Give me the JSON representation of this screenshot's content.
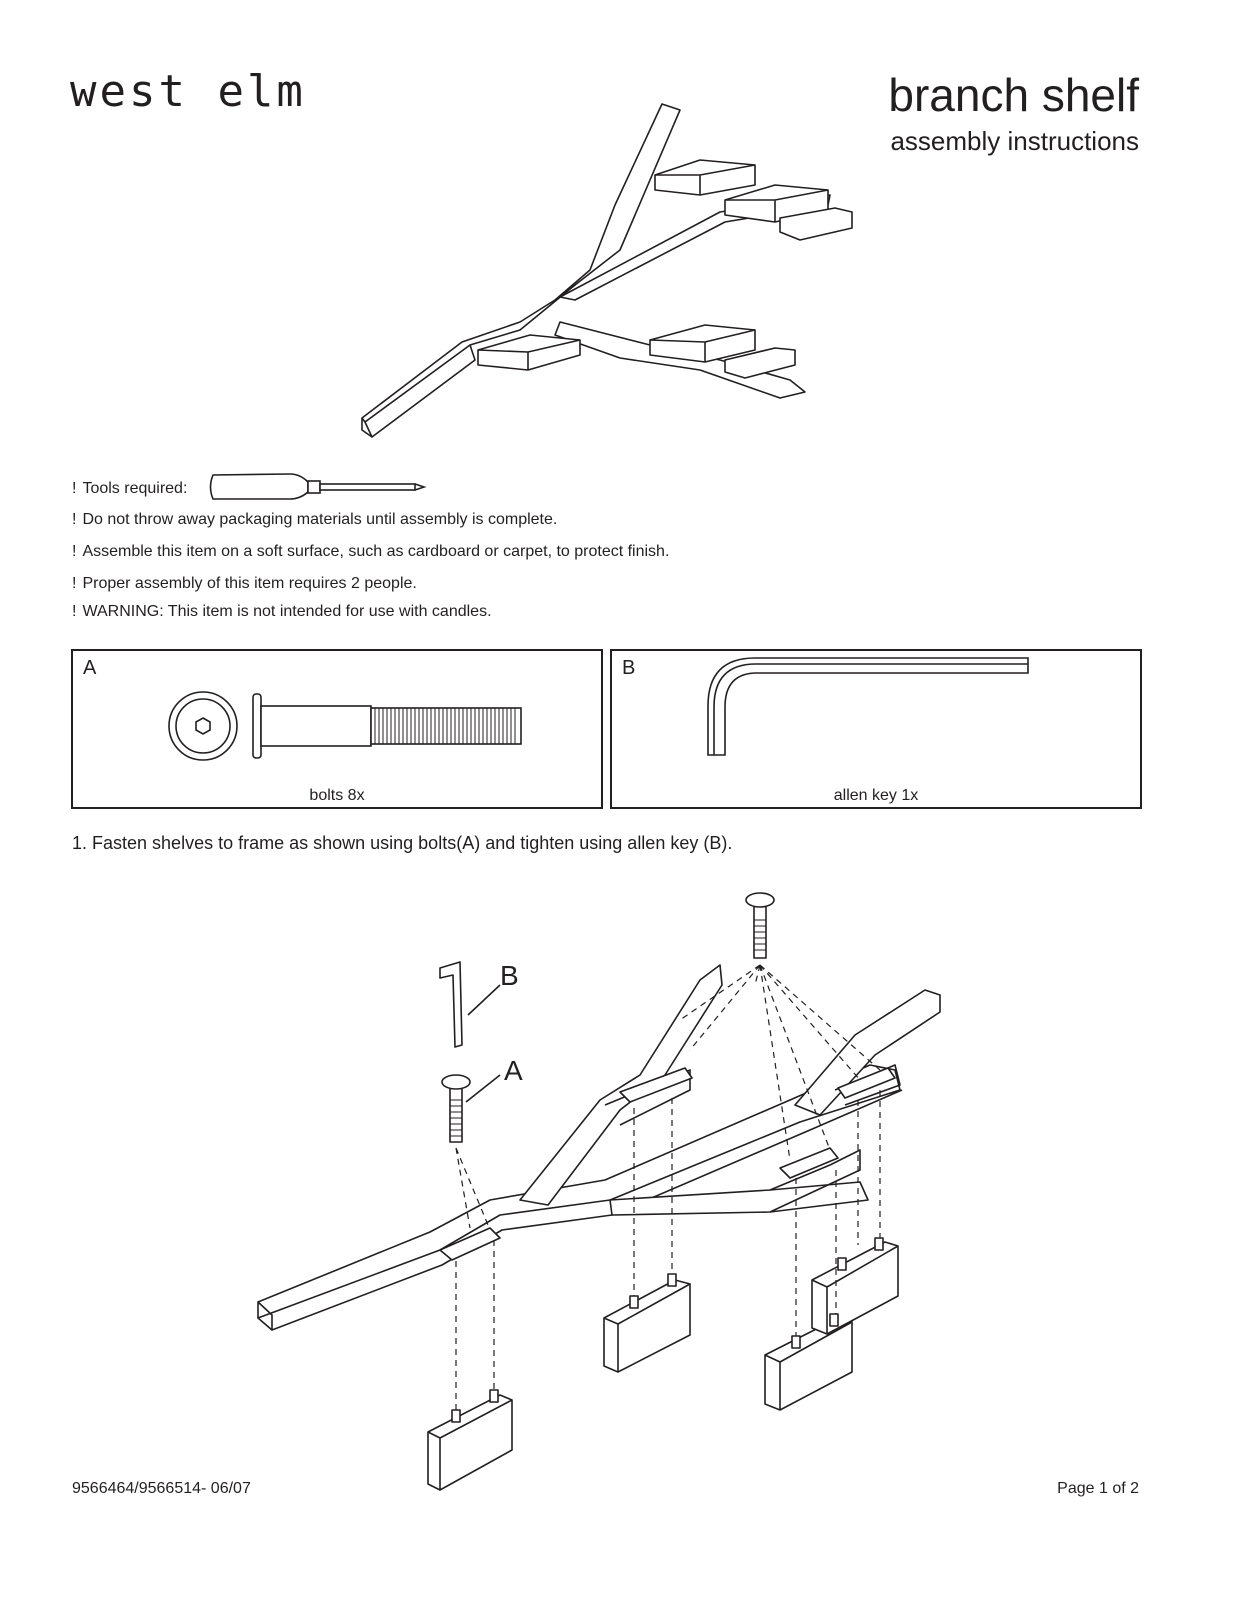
{
  "brand": "west elm",
  "title": "branch shelf",
  "subtitle": "assembly instructions",
  "notes": [
    "Tools required:",
    "Do not throw away packaging materials until assembly is complete.",
    "Assemble this item on a soft surface, such as cardboard or carpet, to protect finish.",
    "Proper assembly of this item requires 2 people.",
    "WARNING:  This item is not intended for use with candles."
  ],
  "note_marker": "!",
  "parts": [
    {
      "letter": "A",
      "caption": "bolts  8x"
    },
    {
      "letter": "B",
      "caption": "allen key  1x"
    }
  ],
  "step1": "1. Fasten shelves to frame as shown using bolts(A) and tighten using allen key (B).",
  "diagram_labels": {
    "b": "B",
    "a": "A"
  },
  "footer": {
    "code": "9566464/9566514- 06/07",
    "page": "Page 1 of 2"
  }
}
